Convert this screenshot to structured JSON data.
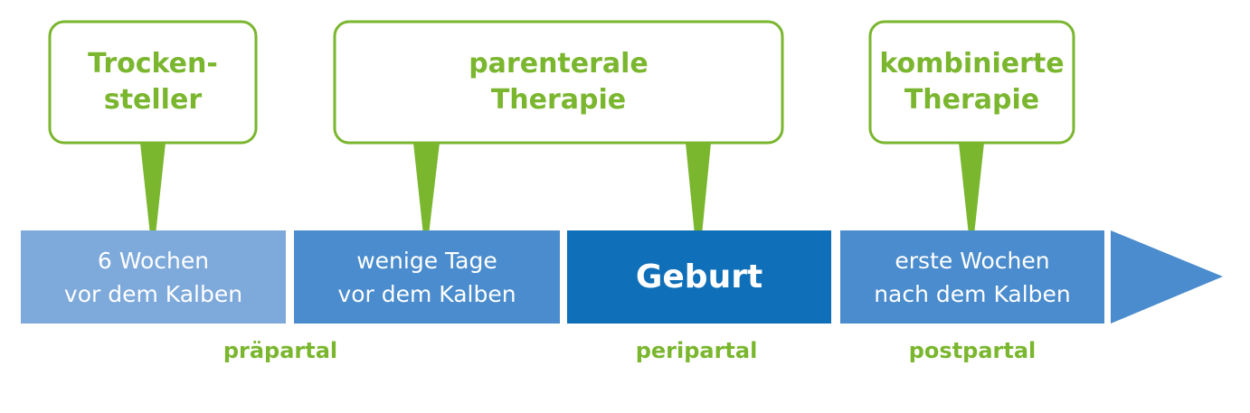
{
  "callouts": [
    {
      "id": "trockensteller",
      "text": "Trocken-\nsteller"
    },
    {
      "id": "parenterale",
      "text": "parenterale\nTherapie"
    },
    {
      "id": "kombinierte",
      "text": "kombinierte\nTherapie"
    }
  ],
  "segments": [
    {
      "id": "six-weeks",
      "text": "6 Wochen\nvor dem Kalben",
      "color": "#7ea9db"
    },
    {
      "id": "few-days",
      "text": "wenige Tage\nvor dem Kalben",
      "color": "#4a8ccd"
    },
    {
      "id": "birth",
      "text": "Geburt",
      "color": "#0f6fb8"
    },
    {
      "id": "first-weeks",
      "text": "erste Wochen\nnach dem Kalben",
      "color": "#4a8ccd"
    }
  ],
  "arrow_color": "#4a8ccd",
  "phases": {
    "prepartal": "präpartal",
    "peripartal": "peripartal",
    "postpartal": "postpartal"
  },
  "colors": {
    "green": "#7ab62e"
  }
}
